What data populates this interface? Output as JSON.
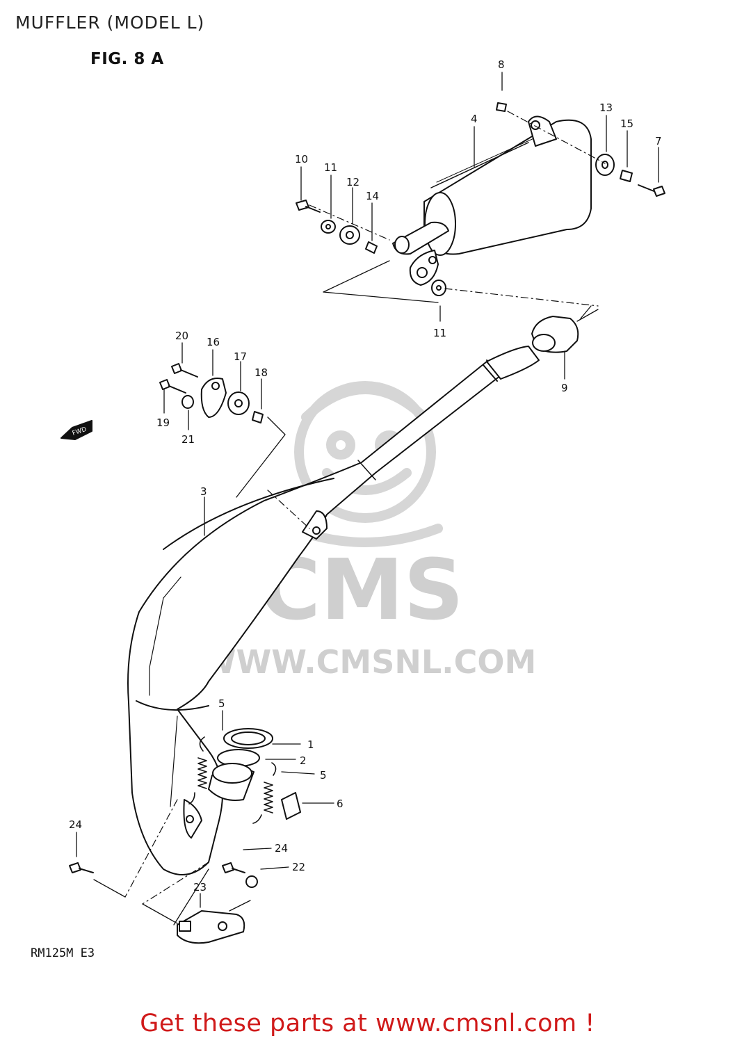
{
  "header": {
    "title": "MUFFLER (MODEL L)",
    "figure": "FIG. 8 A"
  },
  "diagram": {
    "model_code": "RM125M E3",
    "direction_marker": "FWD",
    "part_callouts": [
      "1",
      "2",
      "3",
      "4",
      "5",
      "5",
      "6",
      "7",
      "8",
      "9",
      "10",
      "11",
      "11",
      "12",
      "13",
      "14",
      "15",
      "16",
      "17",
      "18",
      "19",
      "20",
      "21",
      "22",
      "23",
      "24",
      "24"
    ]
  },
  "watermark": {
    "brand": "CMS",
    "url": "WWW.CMSNL.COM"
  },
  "footer": {
    "link_text": "Get these parts at www.cmsnl.com !",
    "link_color": "#d01a1a"
  }
}
